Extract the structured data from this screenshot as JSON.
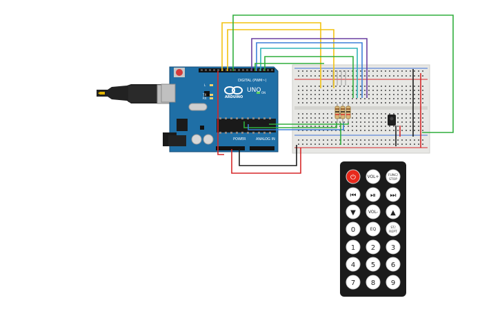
{
  "arduino": {
    "logo_text": "ARDUINO",
    "model_text": "UNO",
    "digital_label": "DIGITAL (PWM~)",
    "power_label": "POWER",
    "analog_label": "ANALOG IN",
    "led_labels": [
      "L",
      "TX",
      "RX",
      "ON"
    ]
  },
  "remote": {
    "buttons": [
      {
        "name": "power",
        "label": "⏻",
        "color": "#e8291c"
      },
      {
        "name": "vol-up",
        "label": "VOL+"
      },
      {
        "name": "func-stop",
        "label": "FUNC/ STOP"
      },
      {
        "name": "prev",
        "label": "⏮"
      },
      {
        "name": "play-pause",
        "label": "⏯"
      },
      {
        "name": "next",
        "label": "⏭"
      },
      {
        "name": "down",
        "label": "▼"
      },
      {
        "name": "vol-down",
        "label": "VOL-"
      },
      {
        "name": "up",
        "label": "▲"
      },
      {
        "name": "zero",
        "label": "0"
      },
      {
        "name": "eq",
        "label": "EQ"
      },
      {
        "name": "st-rept",
        "label": "ST/ REPT"
      },
      {
        "name": "one",
        "label": "1"
      },
      {
        "name": "two",
        "label": "2"
      },
      {
        "name": "three",
        "label": "3"
      },
      {
        "name": "four",
        "label": "4"
      },
      {
        "name": "five",
        "label": "5"
      },
      {
        "name": "six",
        "label": "6"
      },
      {
        "name": "seven",
        "label": "7"
      },
      {
        "name": "eight",
        "label": "8"
      },
      {
        "name": "nine",
        "label": "9"
      }
    ]
  },
  "colors": {
    "board": "#1f6fa6",
    "breadboard": "#e7e7e4",
    "wire_yellow": "#f2c20f",
    "wire_green": "#2fae3c",
    "wire_purple": "#6a3fa0",
    "wire_blue": "#3b7fd9",
    "wire_teal": "#2eb3b8",
    "wire_red": "#d62728",
    "wire_black": "#1a1a1a",
    "remote_body": "#1b1b1b"
  }
}
